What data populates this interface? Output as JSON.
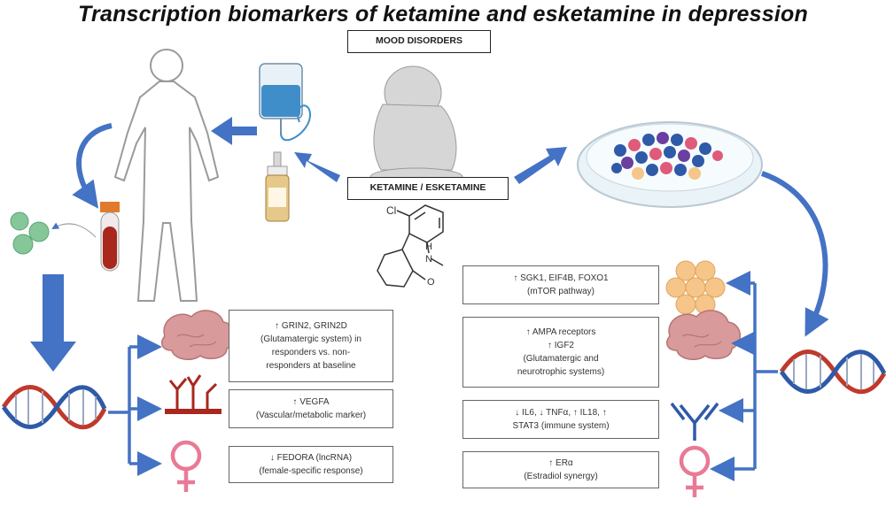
{
  "title": "Transcription biomarkers of ketamine and esketamine in depression",
  "mood_label": "MOOD DISORDERS",
  "drug_label": "KETAMINE / ESKETAMINE",
  "molecule": {
    "cl": "Cl",
    "h": "H",
    "n": "N",
    "o": "O"
  },
  "left_findings": [
    {
      "line1": "↑ GRIN2, GRIN2D",
      "line2": "(Glutamatergic system) in",
      "line3": "responders vs. non-",
      "line4": "responders at baseline"
    },
    {
      "line1": "↑ VEGFA",
      "line2": "(Vascular/metabolic marker)"
    },
    {
      "line1": "↓ FEDORA (lncRNA)",
      "line2": "(female-specific response)"
    }
  ],
  "right_findings": [
    {
      "line1": "↑ SGK1, EIF4B, FOXO1",
      "line2": "(mTOR pathway)"
    },
    {
      "line1": "↑ AMPA receptors",
      "line2": "↑ IGF2",
      "line3": "(Glutamatergic and",
      "line4": "neurotrophic  systems)"
    },
    {
      "line1": "↓ IL6, ↓ TNFα, ↑ IL18, ↑",
      "line2": "STAT3 (immune system)"
    },
    {
      "line1": "↑ ERα",
      "line2": "(Estradiol synergy)"
    }
  ],
  "colors": {
    "arrow": "#4472c4",
    "dna_red": "#c0392b",
    "dna_blue": "#2e5aa8",
    "brain": "#d89a9a",
    "female": "#e87a95",
    "cells_green": "#86c79a",
    "tube_red": "#a8281e",
    "iv_blue": "#3f8ec9",
    "cell_orange": "#f5c58a"
  }
}
